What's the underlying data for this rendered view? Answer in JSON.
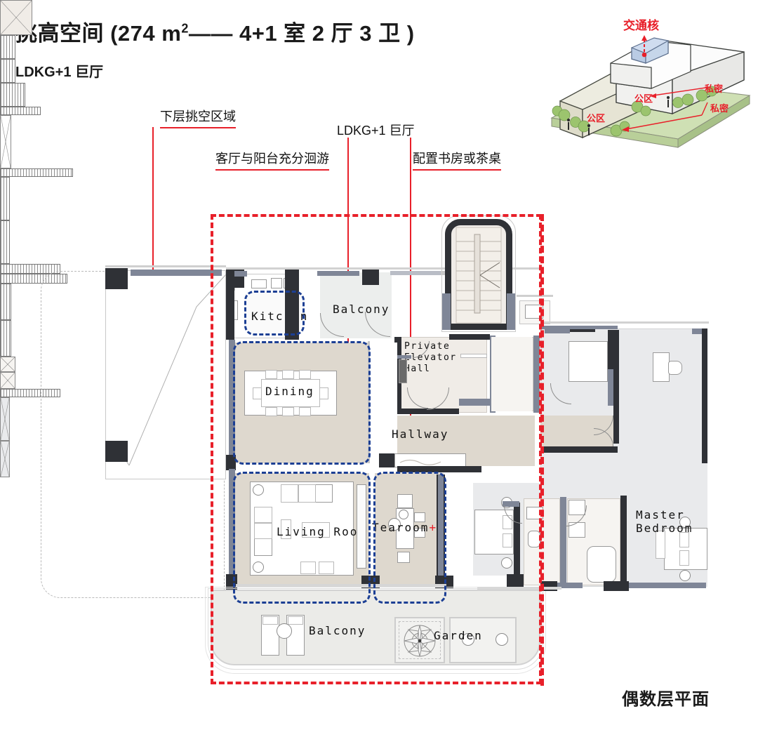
{
  "header": {
    "title_prefix": "挑高空间 (274 m",
    "title_sup": "2",
    "title_suffix": "—— 4+1 室 2 厅 3 卫 )",
    "subtitle": "LDKG+1 巨厅"
  },
  "footer": {
    "plan_caption": "偶数层平面"
  },
  "annotations": [
    {
      "id": "void",
      "label": "下层挑空区域"
    },
    {
      "id": "ldkg",
      "label": "LDKG+1 巨厅"
    },
    {
      "id": "loop",
      "label": "客厅与阳台充分洄游"
    },
    {
      "id": "study",
      "label": "配置书房或茶桌"
    }
  ],
  "massing": {
    "title": "交通核",
    "labels": [
      {
        "id": "private-upper",
        "text": "私密"
      },
      {
        "id": "public-upper",
        "text": "公区"
      },
      {
        "id": "private-lower",
        "text": "私密"
      },
      {
        "id": "public-lower",
        "text": "公区"
      }
    ]
  },
  "plan": {
    "rooms": [
      {
        "id": "kitchen",
        "label": "Kitchen"
      },
      {
        "id": "balcony-north",
        "label": "Balcony"
      },
      {
        "id": "dining",
        "label": "Dining"
      },
      {
        "id": "elevator-hall",
        "label": "Private\nElevator\nHall"
      },
      {
        "id": "hallway",
        "label": "Hallway"
      },
      {
        "id": "living-room",
        "label": "Living Room"
      },
      {
        "id": "tearoom",
        "label": "Tearoom"
      },
      {
        "id": "tearoom-plus",
        "label": "+1"
      },
      {
        "id": "balcony-south",
        "label": "Balcony"
      },
      {
        "id": "garden",
        "label": "Garden"
      },
      {
        "id": "master-bedroom",
        "label": "Master\nBedroom"
      }
    ]
  },
  "colors": {
    "accent_red": "#e8202a",
    "zone_blue": "#1c3f94",
    "room_beige": "#ded8ce",
    "room_grey": "#e9eaec",
    "wall_dark": "#2f3136",
    "wall_light": "#7f8697",
    "green": "#b4d08a"
  }
}
